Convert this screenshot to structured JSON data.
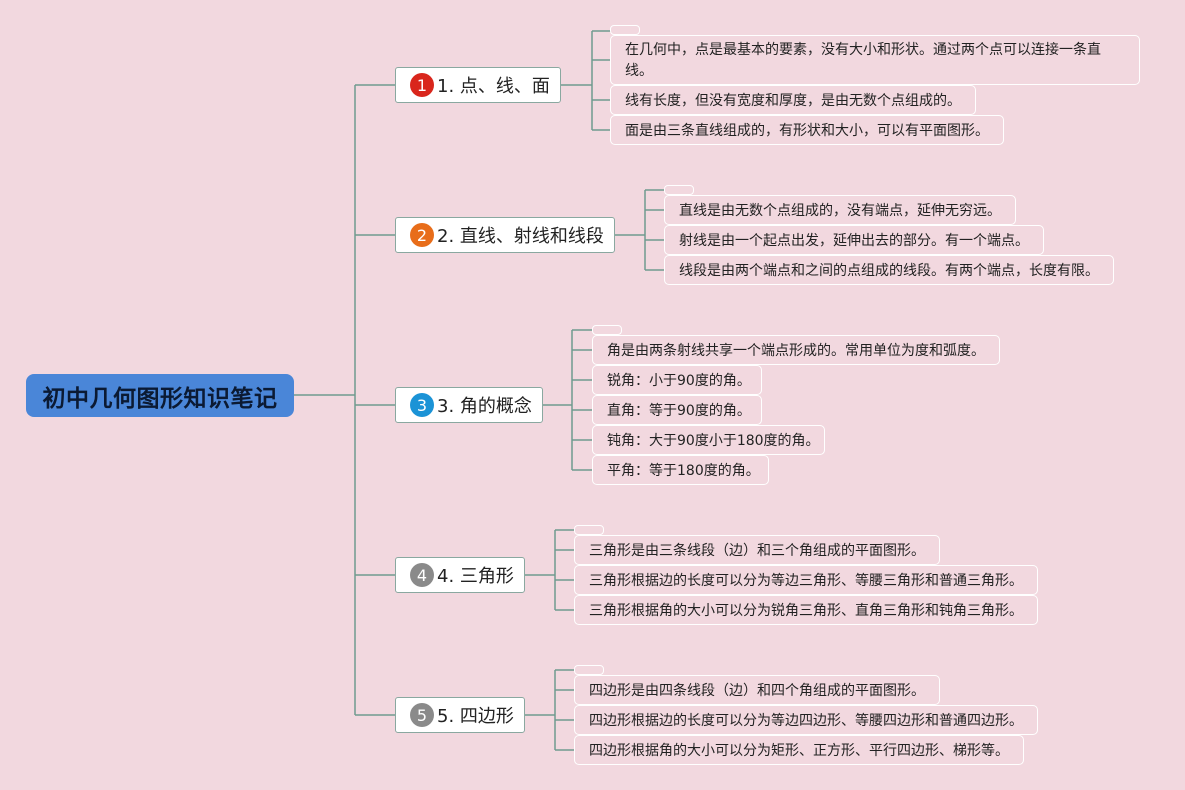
{
  "root": {
    "title": "初中几何图形知识笔记"
  },
  "colors": {
    "badge1": "#d9261c",
    "badge2": "#e86d1a",
    "badge3": "#1b93d6",
    "badge4": "#8a8a8a",
    "badge5": "#8a8a8a",
    "line": "#6f9a8f"
  },
  "topics": [
    {
      "badge": "1",
      "label": "1. 点、线、面",
      "items": [
        "在几何中，点是最基本的要素，没有大小和形状。通过两个点可以连接一条直线。",
        "线有长度，但没有宽度和厚度，是由无数个点组成的。",
        "面是由三条直线组成的，有形状和大小，可以有平面图形。"
      ]
    },
    {
      "badge": "2",
      "label": "2. 直线、射线和线段",
      "items": [
        "直线是由无数个点组成的，没有端点，延伸无穷远。",
        "射线是由一个起点出发，延伸出去的部分。有一个端点。",
        "线段是由两个端点和之间的点组成的线段。有两个端点，长度有限。"
      ]
    },
    {
      "badge": "3",
      "label": "3. 角的概念",
      "items": [
        "角是由两条射线共享一个端点形成的。常用单位为度和弧度。",
        "锐角：小于90度的角。",
        "直角：等于90度的角。",
        "钝角：大于90度小于180度的角。",
        "平角：等于180度的角。"
      ]
    },
    {
      "badge": "4",
      "label": "4. 三角形",
      "items": [
        "三角形是由三条线段（边）和三个角组成的平面图形。",
        "三角形根据边的长度可以分为等边三角形、等腰三角形和普通三角形。",
        "三角形根据角的大小可以分为锐角三角形、直角三角形和钝角三角形。"
      ]
    },
    {
      "badge": "5",
      "label": "5. 四边形",
      "items": [
        "四边形是由四条线段（边）和四个角组成的平面图形。",
        "四边形根据边的长度可以分为等边四边形、等腰四边形和普通四边形。",
        "四边形根据角的大小可以分为矩形、正方形、平行四边形、梯形等。"
      ]
    }
  ]
}
